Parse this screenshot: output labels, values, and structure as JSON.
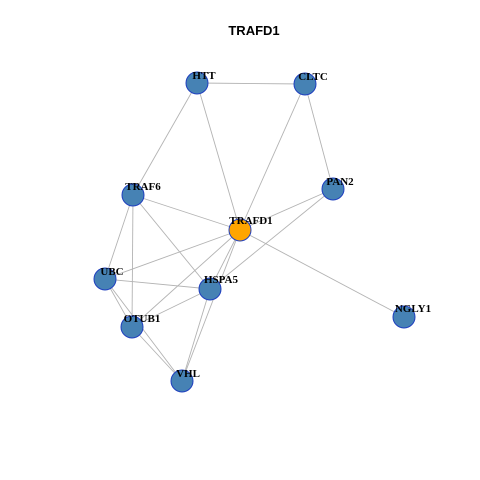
{
  "title": "TRAFD1",
  "colors": {
    "node_default": "#4682b4",
    "node_focus": "#ffa500",
    "node_border": "#1f3fbf",
    "edge": "#b3b3b3"
  },
  "nodes": [
    {
      "id": "HTT",
      "label": "HTT",
      "focus": false
    },
    {
      "id": "CLTC",
      "label": "CLTC",
      "focus": false
    },
    {
      "id": "TRAF6",
      "label": "TRAF6",
      "focus": false
    },
    {
      "id": "PAN2",
      "label": "PAN2",
      "focus": false
    },
    {
      "id": "TRAFD1",
      "label": "TRAFD1",
      "focus": true
    },
    {
      "id": "UBC",
      "label": "UBC",
      "focus": false
    },
    {
      "id": "HSPA5",
      "label": "HSPA5",
      "focus": false
    },
    {
      "id": "OTUB1",
      "label": "OTUB1",
      "focus": false
    },
    {
      "id": "NGLY1",
      "label": "NGLY1",
      "focus": false
    },
    {
      "id": "VHL",
      "label": "VHL",
      "focus": false
    }
  ],
  "edges": [
    [
      "HTT",
      "CLTC"
    ],
    [
      "HTT",
      "TRAF6"
    ],
    [
      "HTT",
      "TRAFD1"
    ],
    [
      "CLTC",
      "TRAFD1"
    ],
    [
      "CLTC",
      "PAN2"
    ],
    [
      "PAN2",
      "TRAFD1"
    ],
    [
      "PAN2",
      "HSPA5"
    ],
    [
      "TRAF6",
      "TRAFD1"
    ],
    [
      "TRAF6",
      "UBC"
    ],
    [
      "TRAF6",
      "OTUB1"
    ],
    [
      "TRAF6",
      "HSPA5"
    ],
    [
      "TRAFD1",
      "UBC"
    ],
    [
      "TRAFD1",
      "NGLY1"
    ],
    [
      "TRAFD1",
      "OTUB1"
    ],
    [
      "TRAFD1",
      "HSPA5"
    ],
    [
      "TRAFD1",
      "VHL"
    ],
    [
      "UBC",
      "HSPA5"
    ],
    [
      "UBC",
      "OTUB1"
    ],
    [
      "UBC",
      "VHL"
    ],
    [
      "HSPA5",
      "OTUB1"
    ],
    [
      "HSPA5",
      "VHL"
    ],
    [
      "OTUB1",
      "VHL"
    ]
  ]
}
